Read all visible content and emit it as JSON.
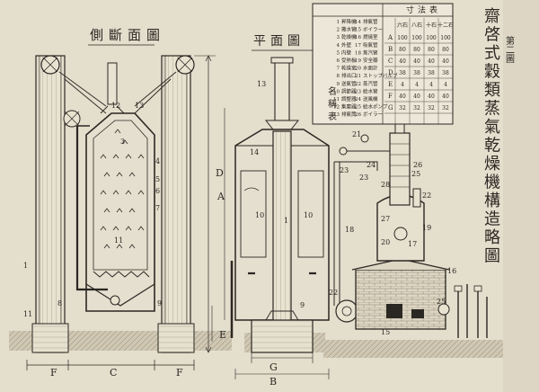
{
  "plate_label": "第二圖",
  "title_chars": [
    "齋",
    "啓",
    "式",
    "穀",
    "類",
    "蒸",
    "氣",
    "乾",
    "燥",
    "機",
    "構",
    "造",
    "略",
    "圖"
  ],
  "side_view_title": "側斷面圖",
  "plan_view_title": "平面圖",
  "dimension_letters": {
    "A": "A",
    "B": "B",
    "C": "C",
    "D": "D",
    "E": "E",
    "F": "F",
    "G": "G"
  },
  "table": {
    "name_header": "名稱表",
    "dims_header": "寸法表",
    "parts": [
      {
        "no": "1",
        "name": "昇降機"
      },
      {
        "no": "2",
        "name": "撒水管"
      },
      {
        "no": "3",
        "name": "乾燥機"
      },
      {
        "no": "4",
        "name": "外壁"
      },
      {
        "no": "5",
        "name": "内壁"
      },
      {
        "no": "6",
        "name": "受熱板"
      },
      {
        "no": "7",
        "name": "乾燥室"
      },
      {
        "no": "8",
        "name": "排出口"
      },
      {
        "no": "9",
        "name": "送氣管"
      },
      {
        "no": "10",
        "name": "調節器"
      },
      {
        "no": "11",
        "name": "調整器"
      },
      {
        "no": "12",
        "name": "集塵器"
      },
      {
        "no": "13",
        "name": "排氣筒"
      },
      {
        "no": "14",
        "name": "排氣管"
      },
      {
        "no": "15",
        "name": "ボイラー"
      },
      {
        "no": "16",
        "name": "燃焼室"
      },
      {
        "no": "17",
        "name": "吸氣管"
      },
      {
        "no": "18",
        "name": "蒸汽管"
      },
      {
        "no": "19",
        "name": "安全瓣"
      },
      {
        "no": "20",
        "name": "水面計"
      },
      {
        "no": "21",
        "name": "ストップバルブ"
      },
      {
        "no": "22",
        "name": "蒸汽管"
      },
      {
        "no": "23",
        "name": "給水管"
      },
      {
        "no": "24",
        "name": "送風機"
      },
      {
        "no": "25",
        "name": "給水ポンプ"
      },
      {
        "no": "26",
        "name": "ボイラー"
      }
    ],
    "dims_columns": [
      "六石",
      "八石",
      "十石",
      "十二石"
    ],
    "dims_rows": [
      {
        "label": "A",
        "values": [
          "100",
          "100",
          "100",
          "100"
        ]
      },
      {
        "label": "B",
        "values": [
          "80",
          "80",
          "80",
          "80"
        ]
      },
      {
        "label": "C",
        "values": [
          "40",
          "40",
          "40",
          "40"
        ]
      },
      {
        "label": "D",
        "values": [
          "38",
          "38",
          "38",
          "38"
        ]
      },
      {
        "label": "E",
        "values": [
          "4",
          "4",
          "4",
          "4"
        ]
      },
      {
        "label": "F",
        "values": [
          "40",
          "40",
          "40",
          "40"
        ]
      },
      {
        "label": "G",
        "values": [
          "32",
          "32",
          "32",
          "32"
        ]
      }
    ]
  }
}
